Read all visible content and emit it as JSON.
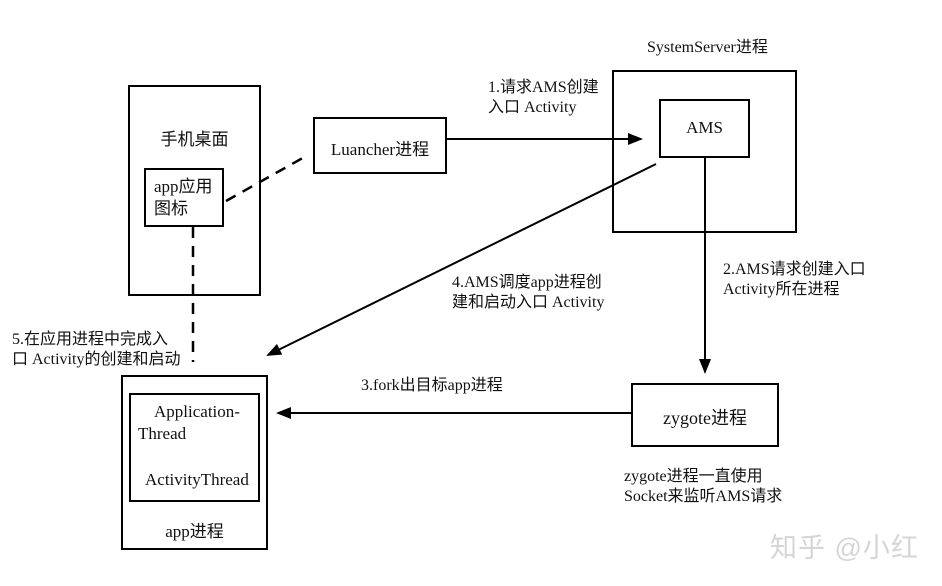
{
  "colors": {
    "line": "#000000",
    "text": "#111111",
    "watermark": "#d5d5d5",
    "background": "#ffffff"
  },
  "boxes": {
    "phone_desktop": {
      "label": "手机桌面"
    },
    "app_icon": {
      "label": "app应用\n图标"
    },
    "launcher": {
      "label": "Luancher进程"
    },
    "system_server": {
      "label": "SystemServer进程"
    },
    "ams": {
      "label": "AMS"
    },
    "zygote": {
      "label": "zygote进程"
    },
    "app_process": {
      "label": "app进程",
      "thread_line1": "Application-",
      "thread_line2": "Thread",
      "activity_thread": "ActivityThread"
    }
  },
  "steps": {
    "step1": "1.请求AMS创建\n入口 Activity",
    "step2": "2.AMS请求创建入口\nActivity所在进程",
    "step3": "3.fork出目标app进程",
    "step4": "4.AMS调度app进程创\n建和启动入口 Activity",
    "step5": "5.在应用进程中完成入\n口 Activity的创建和启动"
  },
  "notes": {
    "zygote_note": "zygote进程一直使用\nSocket来监听AMS请求",
    "watermark": "知乎 @小红"
  }
}
